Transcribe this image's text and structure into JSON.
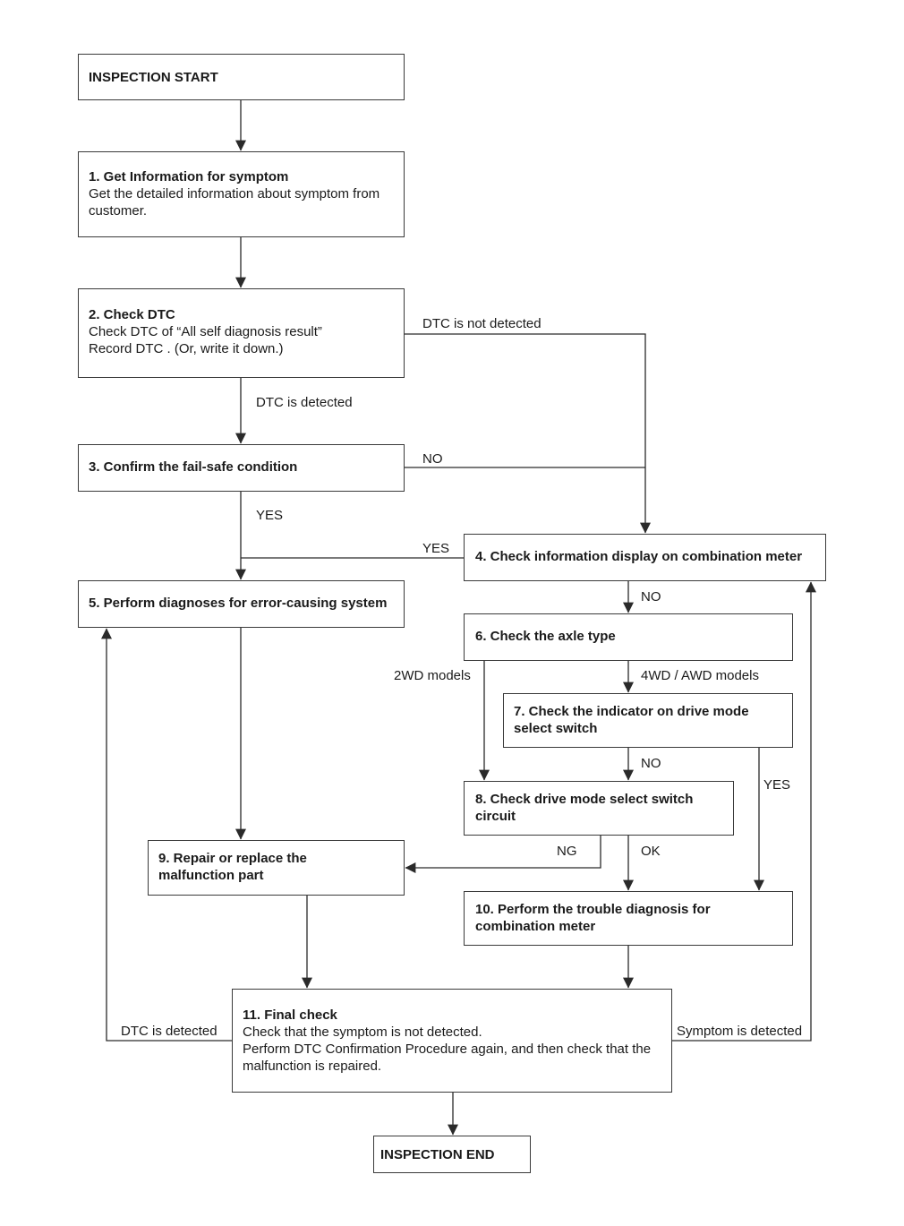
{
  "nodes": {
    "start": {
      "title": "INSPECTION START"
    },
    "n1": {
      "title": "1. Get Information for symptom",
      "lines": [
        "Get the detailed information about symptom from",
        "customer."
      ]
    },
    "n2": {
      "title": "2. Check DTC",
      "lines": [
        "Check DTC of “All self diagnosis result”",
        "Record DTC . (Or, write it down.)"
      ]
    },
    "n3": {
      "title": "3. Confirm the fail-safe condition"
    },
    "n4": {
      "title": "4. Check information display on combination meter"
    },
    "n5": {
      "title": "5. Perform diagnoses for error-causing system"
    },
    "n6": {
      "title": "6. Check the axle type"
    },
    "n7": {
      "title_lines": [
        "7. Check the indicator on drive mode",
        "select switch"
      ]
    },
    "n8": {
      "title_lines": [
        "8. Check drive mode select switch",
        "circuit"
      ]
    },
    "n9": {
      "title_lines": [
        "9. Repair or replace the",
        "malfunction part"
      ]
    },
    "n10": {
      "title_lines": [
        "10. Perform the trouble diagnosis for",
        "combination meter"
      ]
    },
    "n11": {
      "title": "11. Final check",
      "lines": [
        "Check that the symptom is not detected.",
        "Perform DTC Confirmation Procedure again, and then check that the",
        "malfunction is repaired."
      ]
    },
    "end": {
      "title": "INSPECTION END"
    }
  },
  "edge_labels": {
    "dtc_not_detected": "DTC is not detected",
    "dtc_detected_2_3": "DTC is detected",
    "no_3_4": "NO",
    "yes_3_5": "YES",
    "yes_4_5": "YES",
    "no_4_6": "NO",
    "twowd": "2WD models",
    "fourwd": "4WD / AWD models",
    "no_7_8": "NO",
    "yes_7_10": "YES",
    "ng_8_9": "NG",
    "ok_8_10": "OK",
    "dtc_detected_11_5": "DTC is detected",
    "symptom_detected": "Symptom is detected"
  }
}
